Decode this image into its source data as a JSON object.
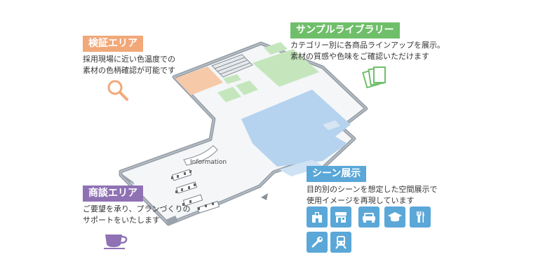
{
  "zones": {
    "verify": {
      "title": "検証エリア",
      "lines": [
        "採用現場に近い色温度での",
        "素材の色柄確認が可能です"
      ],
      "icon": "magnifier-icon",
      "color": "#f2a879"
    },
    "sample": {
      "title": "サンプルライブラリー",
      "lines": [
        "カテゴリー別に各商品ラインアップを展示。",
        "素材の質感や色味をご確認いただけます"
      ],
      "icon": "sample-cards-icon",
      "color": "#6fbf6a"
    },
    "meeting": {
      "title": "商談エリア",
      "lines": [
        "ご要望を承り、プランづくりの",
        "サポートをいたします"
      ],
      "icon": "coffee-cup-icon",
      "color": "#8f72b4"
    },
    "scene": {
      "title": "シーン展示",
      "lines": [
        "目的別のシーンを想定した空間展示で",
        "使用イメージを再現しています"
      ],
      "color": "#5aa7d8",
      "icons": [
        "hospital-icon",
        "shop-icon",
        "car-icon",
        "school-icon",
        "dining-icon",
        "tools-icon",
        "train-icon"
      ]
    }
  },
  "map": {
    "information_label": "Information"
  }
}
